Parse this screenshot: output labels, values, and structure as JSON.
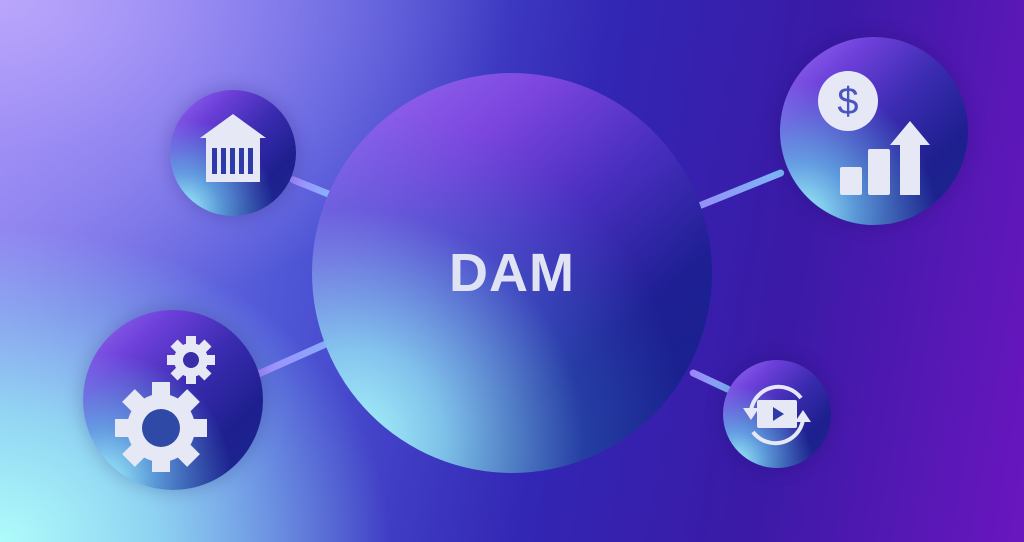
{
  "diagram": {
    "center": {
      "label": "DAM"
    },
    "nodes": [
      {
        "id": "institution",
        "icon": "bank-building-icon",
        "position": "top-left"
      },
      {
        "id": "finance",
        "icon": "dollar-growth-chart-icon",
        "position": "top-right"
      },
      {
        "id": "settings",
        "icon": "gears-icon",
        "position": "bottom-left"
      },
      {
        "id": "media-sync",
        "icon": "video-sync-icon",
        "position": "bottom-right"
      }
    ],
    "icon_glyphs": {
      "dollar": "$"
    }
  },
  "colors": {
    "background_top_left": "#b9a6fb",
    "background_bottom_left": "#aefcfb",
    "background_right": "#3a1aa6",
    "icon_fill": "#e6e8f5",
    "text": "#dfe3f3"
  }
}
